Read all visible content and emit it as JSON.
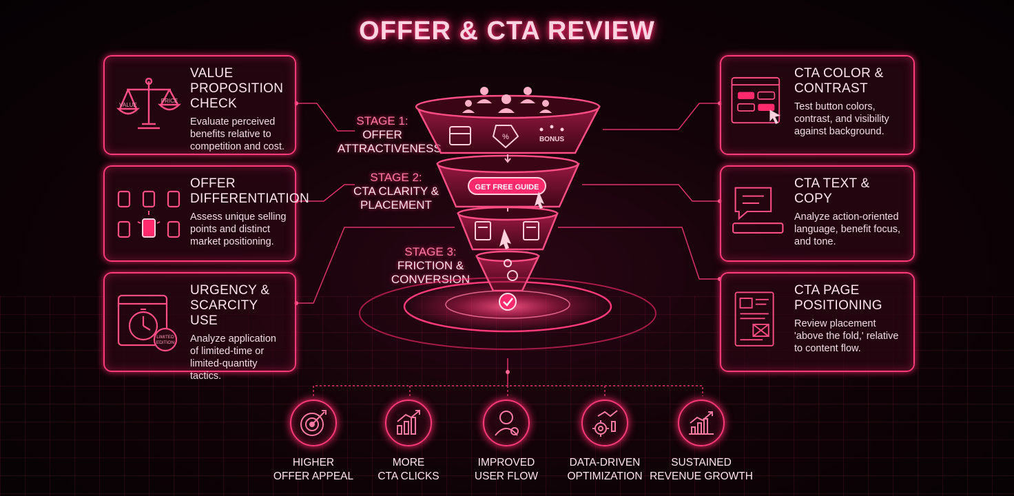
{
  "title": "OFFER & CTA REVIEW",
  "left_cards": [
    {
      "title": "VALUE PROPOSITION CHECK",
      "desc": "Evaluate perceived benefits relative to competition and cost.",
      "icon": "scale-icon",
      "icon_labels": [
        "VALUE",
        "PRICE"
      ]
    },
    {
      "title": "OFFER DIFFERENTIATION",
      "desc": "Assess unique selling points and distinct market positioning.",
      "icon": "hexagon-blocks-icon"
    },
    {
      "title": "URGENCY & SCARCITY USE",
      "desc": "Analyze application of limited-time or limited-quantity tactics.",
      "icon": "stopwatch-icon",
      "icon_labels": [
        "LIMITED",
        "EDITION"
      ]
    }
  ],
  "right_cards": [
    {
      "title": "CTA COLOR & CONTRAST",
      "desc": "Test button colors, contrast, and visibility against background.",
      "icon": "button-palette-icon"
    },
    {
      "title": "CTA TEXT & COPY",
      "desc": "Analyze action-oriented language, benefit focus, and tone.",
      "icon": "speech-bubble-icon"
    },
    {
      "title": "CTA PAGE POSITIONING",
      "desc": "Review placement 'above the fold,' relative to content flow.",
      "icon": "page-layout-icon"
    }
  ],
  "stages": [
    {
      "label": "STAGE 1:",
      "text": "OFFER ATTRACTIVENESS"
    },
    {
      "label": "STAGE 2:",
      "text": "CTA CLARITY & PLACEMENT"
    },
    {
      "label": "STAGE 3:",
      "text": "FRICTION & CONVERSION"
    }
  ],
  "funnel": {
    "cta_button": "GET FREE GUIDE",
    "bonus_tag": "BONUS",
    "price_tag": "%"
  },
  "benefits": [
    {
      "line1": "HIGHER",
      "line2": "OFFER APPEAL",
      "icon": "target-icon"
    },
    {
      "line1": "MORE",
      "line2": "CTA CLICKS",
      "icon": "bar-growth-icon"
    },
    {
      "line1": "IMPROVED",
      "line2": "USER FLOW",
      "icon": "user-icon"
    },
    {
      "line1": "DATA-DRIVEN",
      "line2": "OPTIMIZATION",
      "icon": "gear-chart-icon"
    },
    {
      "line1": "SUSTAINED",
      "line2": "REVENUE GROWTH",
      "icon": "revenue-chart-icon"
    }
  ],
  "colors": {
    "accent": "#ff2a6d",
    "glow": "#ff3a7a",
    "background": "#0a0205"
  }
}
